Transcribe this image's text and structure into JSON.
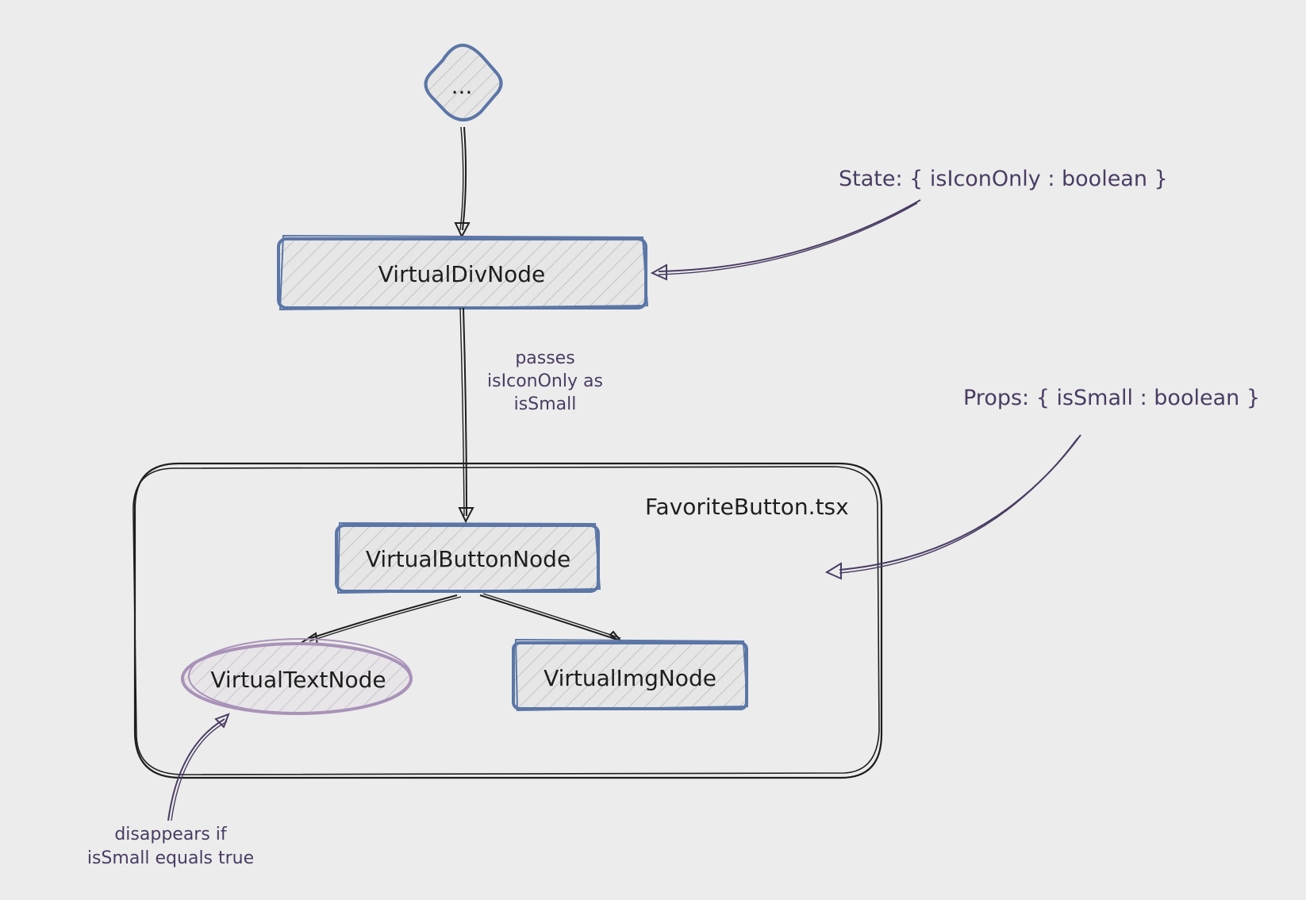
{
  "nodes": {
    "root": "...",
    "div": "VirtualDivNode",
    "button": "VirtualButtonNode",
    "text": "VirtualTextNode",
    "img": "VirtualImgNode"
  },
  "container": {
    "label": "FavoriteButton.tsx"
  },
  "annotations": {
    "state": "State: { isIconOnly : boolean }",
    "props": "Props: { isSmall : boolean }",
    "passes": [
      "passes",
      "isIconOnly as",
      "isSmall"
    ],
    "disappears": [
      "disappears if",
      "isSmall equals true"
    ]
  },
  "colors": {
    "background": "#ececec",
    "node_stroke": "#5b76a6",
    "ellipse_stroke": "#a992b8",
    "ink": "#1e1e1e",
    "note_ink": "#4a3c63"
  }
}
